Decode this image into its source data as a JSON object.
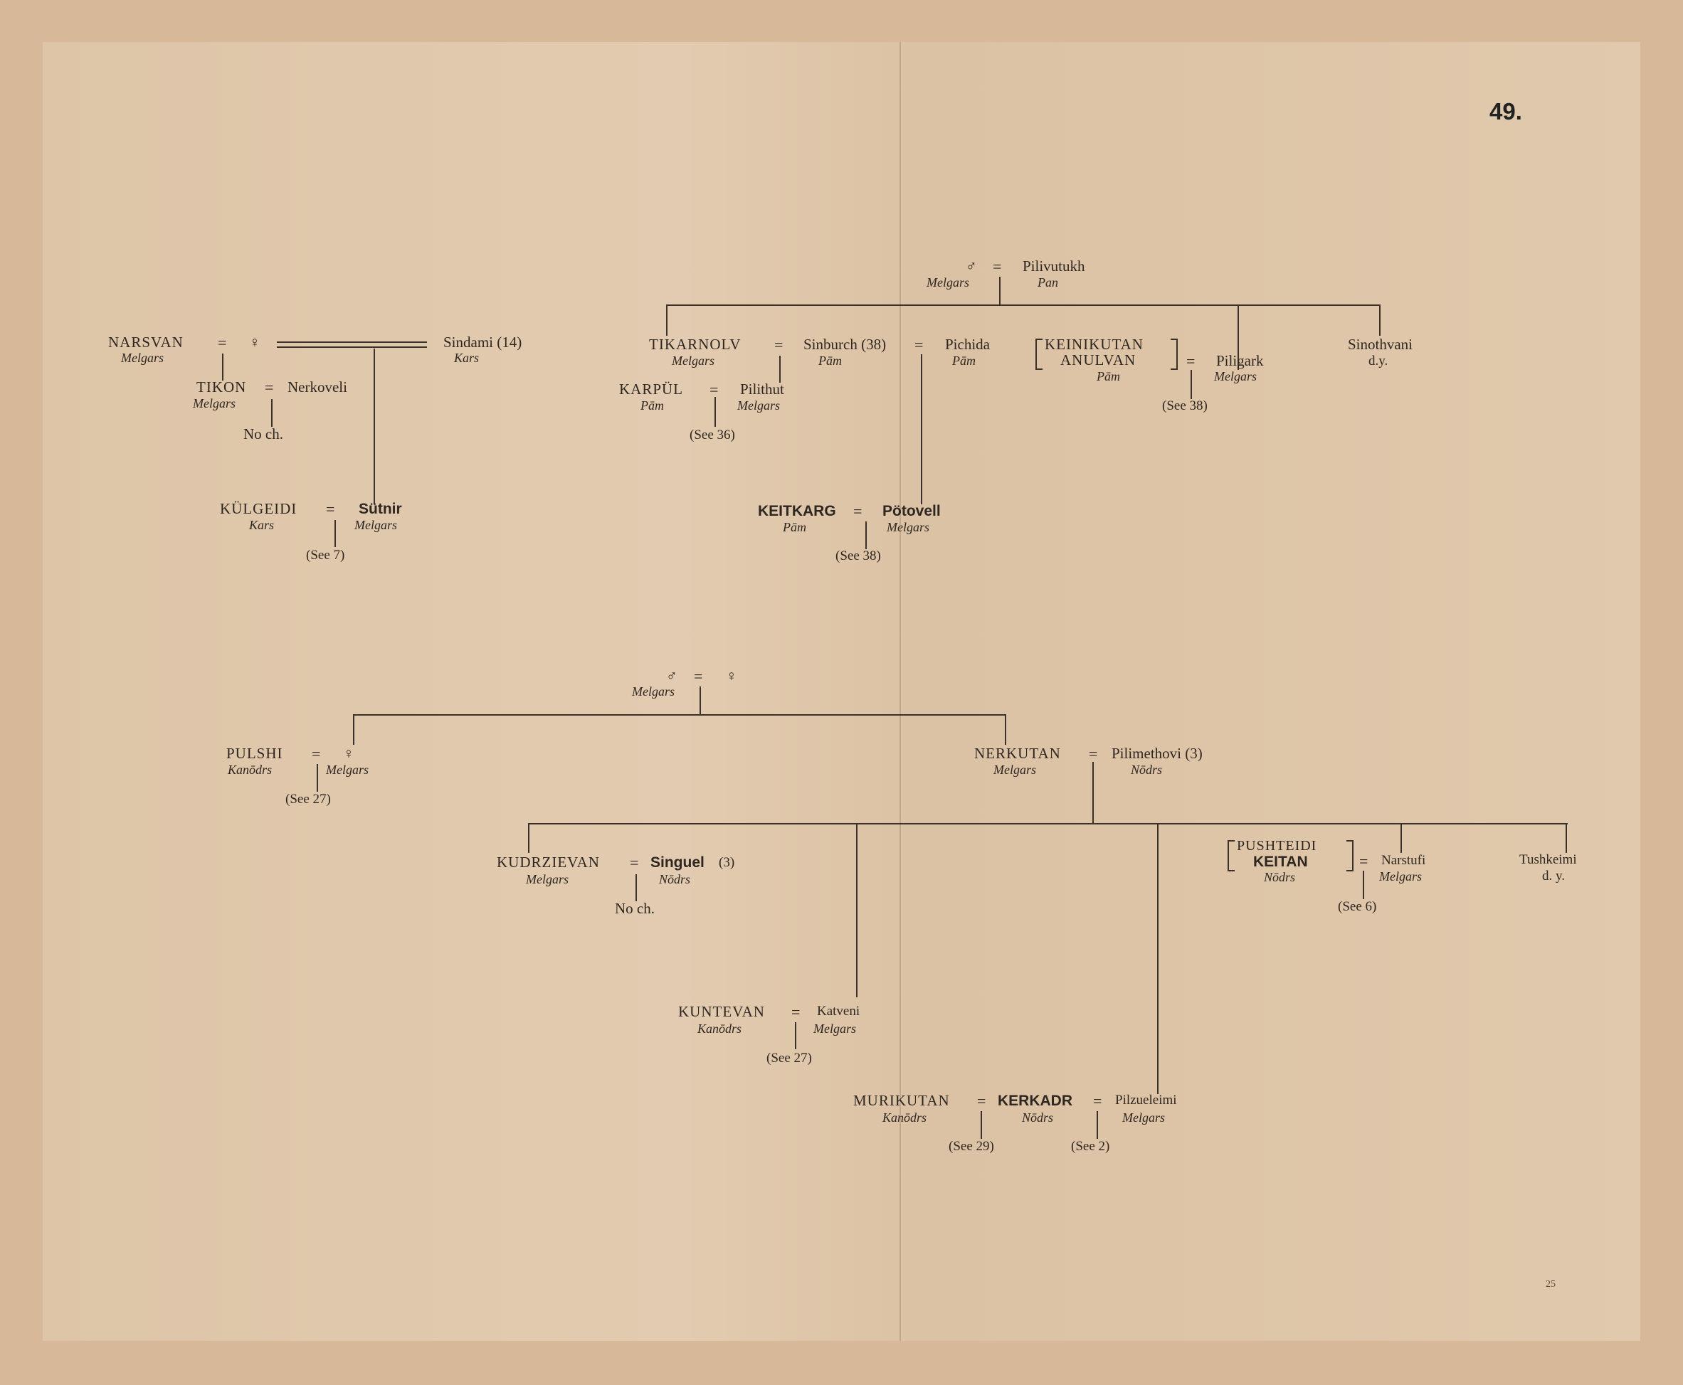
{
  "plate_number": "49.",
  "page_footer": "25",
  "tree1": {
    "root": {
      "male": "♂",
      "eq": "=",
      "wife": "Pilivutukh",
      "male_clan": "Melgars",
      "wife_clan": "Pan"
    },
    "tikarnolv": {
      "name": "TIKARNOLV",
      "clan": "Melgars",
      "eq1": "=",
      "wife1": "Sinburch (38)",
      "wife1_clan": "Pām",
      "eq2": "=",
      "wife2": "Pichida",
      "wife2_clan": "Pām"
    },
    "karpul": {
      "name": "KARPÜL",
      "clan": "Pām",
      "eq": "=",
      "wife": "Pilithut",
      "wife_clan": "Melgars",
      "see": "(See 36)"
    },
    "keitkarg": {
      "name": "KEITKARG",
      "clan": "Pām",
      "eq": "=",
      "wife": "Pötovell",
      "wife_clan": "Melgars",
      "see": "(See 38)"
    },
    "keinikutan": {
      "name1": "KEINIKUTAN",
      "name2": "ANULVAN",
      "clan": "Pām",
      "eq": "=",
      "wife": "Piligark",
      "wife_clan": "Melgars",
      "see": "(See 38)"
    },
    "sinothvani": {
      "name": "Sinothvani",
      "note": "d.y."
    }
  },
  "tree_left": {
    "narsvan": {
      "name": "NARSVAN",
      "clan": "Melgars",
      "eq": "=",
      "wife": "♀",
      "other": "Sindami (14)",
      "other_clan": "Kars"
    },
    "tikon": {
      "name": "TIKON",
      "clan": "Melgars",
      "eq": "=",
      "wife": "Nerkoveli",
      "note": "No ch."
    },
    "kulgeidi": {
      "name": "KÜLGEIDI",
      "clan": "Kars",
      "eq": "=",
      "wife": "Sütnir",
      "wife_clan": "Melgars",
      "see": "(See 7)"
    }
  },
  "tree2": {
    "root": {
      "male": "♂",
      "eq": "=",
      "wife": "♀",
      "male_clan": "Melgars"
    },
    "pulshi": {
      "name": "PULSHI",
      "clan": "Kanōdrs",
      "eq": "=",
      "wife": "♀",
      "wife_clan": "Melgars",
      "see": "(See 27)"
    },
    "nerkutan": {
      "name": "NERKUTAN",
      "clan": "Melgars",
      "eq": "=",
      "wife": "Pilimethovi (3)",
      "wife_clan": "Nōdrs"
    },
    "kudrzievan": {
      "name": "KUDRZIEVAN",
      "clan": "Melgars",
      "eq": "=",
      "wife": "Singuel",
      "wife_num": "(3)",
      "wife_clan": "Nōdrs",
      "note": "No ch."
    },
    "keitan": {
      "name1": "PUSHTEIDI",
      "name2": "KEITAN",
      "clan": "Nōdrs",
      "eq": "=",
      "wife": "Narstufi",
      "wife_clan": "Melgars",
      "see": "(See 6)"
    },
    "tushkeimi": {
      "name": "Tushkeimi",
      "note": "d. y."
    },
    "kuntevan": {
      "name": "KUNTEVAN",
      "clan": "Kanōdrs",
      "eq": "=",
      "wife": "Katveni",
      "wife_clan": "Melgars",
      "see": "(See 27)"
    },
    "kerkadr": {
      "husband1": "MURIKUTAN",
      "husband1_clan": "Kanōdrs",
      "eq1": "=",
      "name": "KERKADR",
      "clan": "Nōdrs",
      "eq2": "=",
      "husband2": "Pilzueleimi",
      "husband2_clan": "Melgars",
      "see1": "(See 29)",
      "see2": "(See 2)"
    }
  }
}
